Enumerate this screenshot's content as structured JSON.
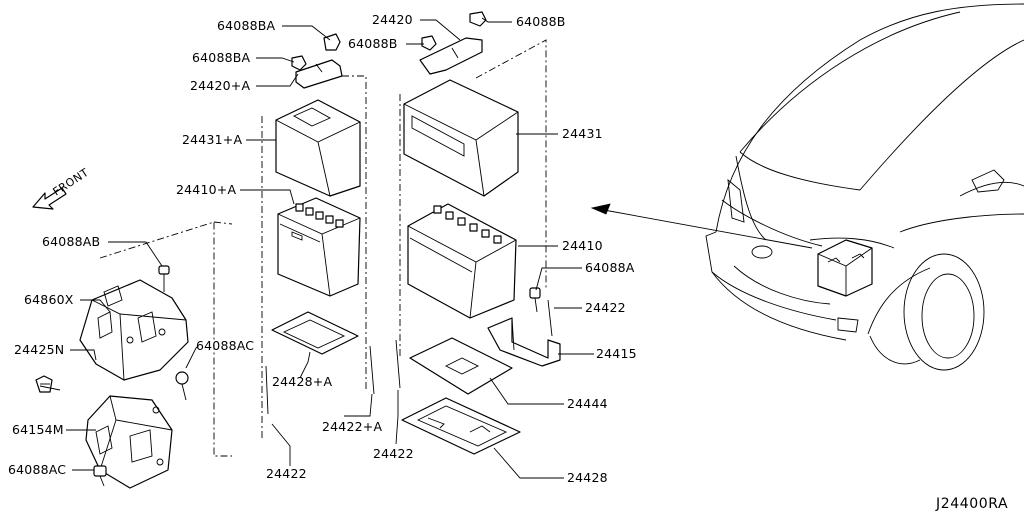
{
  "diagram_code": "J24400RA",
  "front_label": "FRONT",
  "callouts": {
    "p64088BA_a": "64088BA",
    "p64088BA_b": "64088BA",
    "p24420A": "24420+A",
    "p24431A": "24431+A",
    "p24410A": "24410+A",
    "p64088AB": "64088AB",
    "p64860X": "64860X",
    "p24425N": "24425N",
    "p64154M": "64154M",
    "p64088AC_a": "64088AC",
    "p64088AC_b": "64088AC",
    "p24428A": "24428+A",
    "p24422A": "24422+A",
    "p24422_left": "24422",
    "p24422_mid": "24422",
    "p24420": "24420",
    "p64088B_a": "64088B",
    "p64088B_b": "64088B",
    "p24431": "24431",
    "p24410": "24410",
    "p64088A": "64088A",
    "p24422_right": "24422",
    "p24415": "24415",
    "p24444": "24444",
    "p24428": "24428"
  }
}
